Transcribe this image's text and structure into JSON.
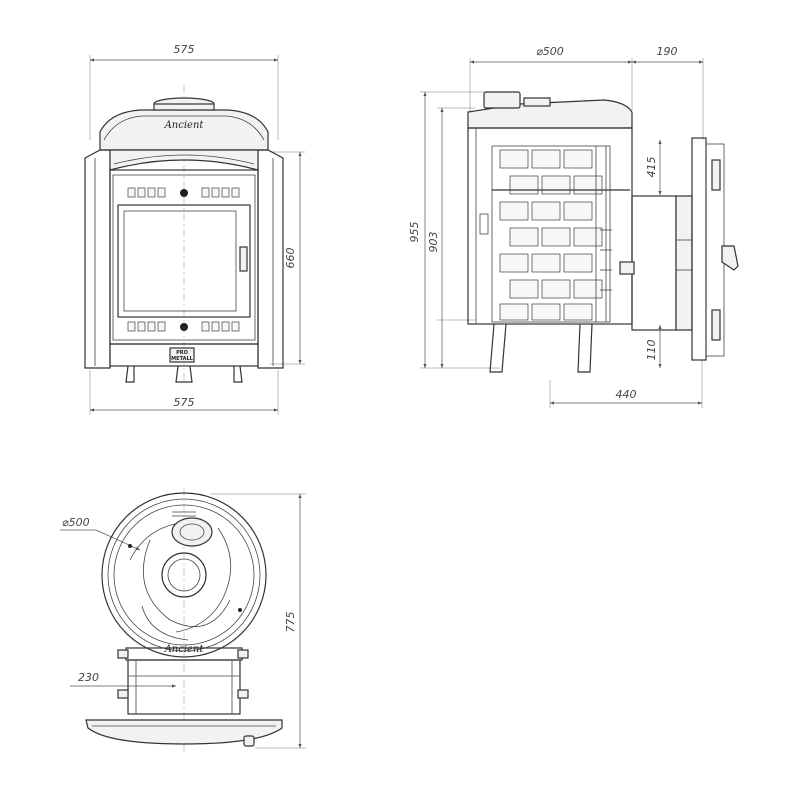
{
  "front_view": {
    "width_top": "575",
    "width_bottom": "575",
    "height": "660",
    "brand_logo": "Ancient",
    "badge_line1": "PRO",
    "badge_line2": "METALL"
  },
  "side_view": {
    "diameter": "⌀500",
    "door_depth": "190",
    "total_height": "955",
    "body_height": "903",
    "upper_offset": "415",
    "leg_height": "110",
    "depth": "440"
  },
  "top_view": {
    "diameter": "⌀500",
    "length": "775",
    "neck_width": "230",
    "brand_logo": "Ancient"
  }
}
